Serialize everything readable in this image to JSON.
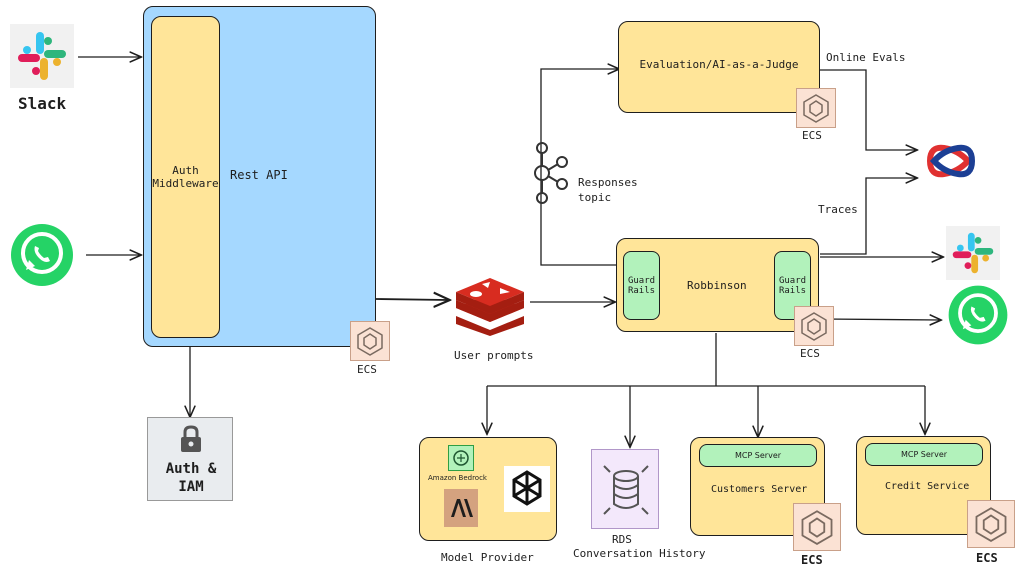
{
  "nodes": {
    "slack": "Slack",
    "rest_api": "Rest API",
    "auth_middleware_1": "Auth",
    "auth_middleware_2": "Middleware",
    "auth_iam_1": "Auth &",
    "auth_iam_2": "IAM",
    "ecs": "ECS",
    "user_prompts": "User prompts",
    "evaluation": "Evaluation/AI-as-a-Judge",
    "online_evals": "Online Evals",
    "responses_topic_1": "Responses",
    "responses_topic_2": "topic",
    "traces": "Traces",
    "robbinson": "Robbinson",
    "guard_rails_1": "Guard",
    "guard_rails_2": "Rails",
    "amazon_bedrock": "Amazon Bedrock",
    "model_provider": "Model Provider",
    "rds_1": "RDS",
    "rds_2": "Conversation History",
    "mcp_server": "MCP Server",
    "customers_server": "Customers Server",
    "credit_service": "Credit Service"
  },
  "icons": {
    "slack": "slack-logo",
    "whatsapp": "whatsapp-logo",
    "redis": "redis-logo",
    "kafka": "kafka-logo",
    "langfuse": "knot-logo",
    "openai": "openai-logo",
    "anthropic": "anthropic-logo",
    "bedrock": "bedrock-icon",
    "ecs": "ecs-icon",
    "lock": "lock-icon",
    "database": "database-icon"
  },
  "colors": {
    "box_yellow": "#ffe599",
    "box_blue": "#a5d8ff",
    "box_green": "#b2f2bb",
    "ecs_fill": "#fbe2d4",
    "whatsapp": "#25d366",
    "redis": "#d82c20"
  }
}
